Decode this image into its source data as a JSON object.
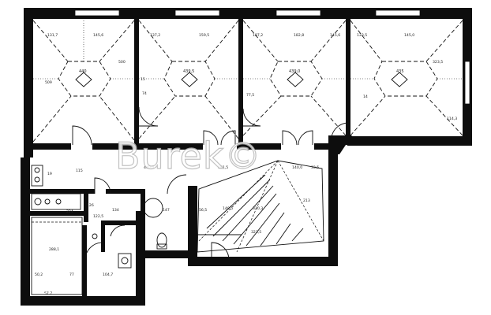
{
  "watermark": {
    "text": "Burek©"
  },
  "rooms": [
    {
      "area": "440"
    },
    {
      "area": "439,5"
    },
    {
      "area": "439,0"
    },
    {
      "area": "435"
    }
  ],
  "top_dims": [
    "131,7",
    "145,6",
    "137,2",
    "159,5",
    "187,2",
    "182,8",
    "145,6",
    "133,5",
    "145,0"
  ],
  "corridor_dims": [
    "115",
    "440,0",
    "181,5",
    "140,0",
    "33,5"
  ],
  "misc_dims": [
    "509",
    "500",
    "323,5",
    "15",
    "74",
    "77,5",
    "14",
    "114,3",
    "126",
    "224",
    "19",
    "147",
    "122,5",
    "134",
    "56,5",
    "140,5",
    "320,3",
    "213",
    "323,5",
    "288,1",
    "104,7",
    "77",
    "50,2",
    "57,7"
  ]
}
